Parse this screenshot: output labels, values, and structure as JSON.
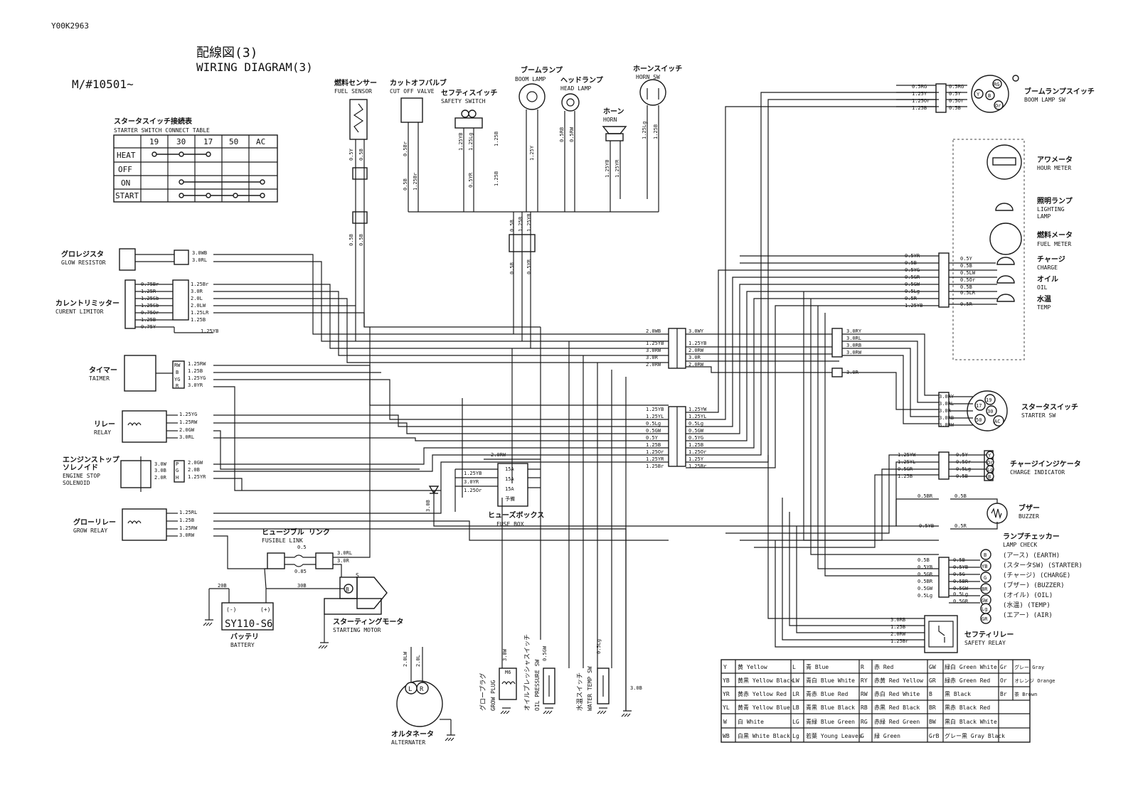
{
  "doc_code": "Y00K2963",
  "title": {
    "ja": "配線図(3)",
    "en": "WIRING DIAGRAM(3)"
  },
  "model": "M/#10501~",
  "starter_table": {
    "title_ja": "スタータスイッチ接続表",
    "title_en": "STARTER SWITCH CONNECT TABLE",
    "cols": [
      "19",
      "30",
      "17",
      "50",
      "AC"
    ],
    "rows": [
      "HEAT",
      "OFF",
      "ON",
      "START"
    ]
  },
  "components": {
    "glow_resistor": {
      "ja": "グロレジスタ",
      "en": "GLOW RESISTOR"
    },
    "current_limiter": {
      "ja": "カレントリミッター",
      "en": "CURENT LIMITOR"
    },
    "timer": {
      "ja": "タイマー",
      "en": "TAIMER"
    },
    "relay": {
      "ja": "リレー",
      "en": "RELAY"
    },
    "stop_solenoid": {
      "ja1": "エンジンストップ",
      "ja2": "ソレノイド",
      "en1": "ENGINE STOP",
      "en2": "SOLENOID"
    },
    "glow_relay": {
      "ja": "グローリレー",
      "en": "GROW RELAY"
    },
    "fusible_link": {
      "ja": "ヒュージブル リンク",
      "en": "FUSIBLE LINK",
      "w1": "0.5",
      "w2": "0.85"
    },
    "battery": {
      "ja": "バッテリ",
      "en": "BATTERY",
      "model": "SY110-S6",
      "neg": "(-)",
      "pos": "(+)"
    },
    "starting_motor": {
      "ja": "スターティングモータ",
      "en": "STARTING MOTOR",
      "b": "B",
      "s": "S"
    },
    "alternator": {
      "ja": "オルタネータ",
      "en": "ALTERNATER",
      "l": "L",
      "r": "R"
    },
    "glow_plug": {
      "ja": "グロープラグ",
      "en": "GROW PLUG",
      "m6": "M6"
    },
    "oil_sw": {
      "ja": "オイルプレッシャスイッチ",
      "en": "OIL PRESSURE SW"
    },
    "water_sw": {
      "ja": "水温スイッチ",
      "en": "WATER TEMP SW"
    },
    "fuel_sensor": {
      "ja": "燃料センサー",
      "en": "FUEL SENSOR"
    },
    "cutoff_valve": {
      "ja": "カットオフバルブ",
      "en": "CUT OFF VALVE"
    },
    "safety_switch": {
      "ja": "セフティスイッチ",
      "en": "SAFETY SWITCH"
    },
    "boom_lamp": {
      "ja": "ブームランプ",
      "en": "BOOM LAMP"
    },
    "head_lamp": {
      "ja": "ヘッドランプ",
      "en": "HEAD LAMP"
    },
    "horn": {
      "ja": "ホーン",
      "en": "HORN"
    },
    "horn_sw": {
      "ja": "ホーンスイッチ",
      "en": "HORN SW"
    },
    "boom_lamp_sw": {
      "ja": "ブームランプスイッチ",
      "en": "BOOM LAMP SW"
    },
    "hour_meter": {
      "ja": "アワメータ",
      "en": "HOUR METER"
    },
    "lighting_lamp": {
      "ja": "照明ランプ",
      "en1": "LIGHTING",
      "en2": "LAMP"
    },
    "fuel_meter": {
      "ja": "燃料メータ",
      "en": "FUEL METER"
    },
    "charge": {
      "ja": "チャージ",
      "en": "CHARGE"
    },
    "oil": {
      "ja": "オイル",
      "en": "OIL"
    },
    "temp": {
      "ja": "水温",
      "en": "TEMP"
    },
    "starter_sw": {
      "ja": "スタータスイッチ",
      "en": "STARTER SW"
    },
    "charge_indicator": {
      "ja": "チャージインジケータ",
      "en": "CHARGE INDICATOR"
    },
    "buzzer": {
      "ja": "ブザー",
      "en": "BUZZER"
    },
    "lamp_check": {
      "ja": "ランプチェッカー",
      "en": "LAMP CHECK",
      "items": [
        "(アース) (EARTH)",
        "(スタータSW) (STARTER)",
        "(チャージ) (CHARGE)",
        "(ブザー) (BUZZER)",
        "(オイル) (OIL)",
        "(水温) (TEMP)",
        "(エアー) (AIR)"
      ]
    },
    "fuse_box": {
      "ja": "ヒューズボックス",
      "en": "FUSE BOX",
      "fuses": [
        "15A",
        "15A",
        "15A",
        "予備"
      ]
    },
    "safety_relay": {
      "ja": "セフティリレー",
      "en": "SAFETY RELAY"
    }
  },
  "wire_labels": {
    "glow": [
      "3.0WB",
      "3.0RL"
    ],
    "limiter_in": [
      "0.75Br",
      "1.25R",
      "1.25Sb",
      "1.25Sb",
      "0.75Or",
      "1.25B",
      "0.75Y"
    ],
    "limiter_out": [
      "1.25Br",
      "3.0R",
      "2.0L",
      "2.0LW",
      "1.25LR",
      "1.25B",
      "1.25YB"
    ],
    "timer": [
      "RW",
      "B",
      "YG",
      "R",
      "1.25RW",
      "1.25B",
      "1.25YG",
      "3.0YR"
    ],
    "relay": [
      "1.25YG",
      "1.25RW",
      "2.0GW",
      "3.0RL"
    ],
    "solenoid": [
      "3.0W",
      "3.0B",
      "2.0R",
      "P",
      "G",
      "H",
      "2.0GW",
      "2.0B",
      "1.25YR"
    ],
    "grow_relay": [
      "1.25RL",
      "1.25B",
      "1.25RW",
      "3.0RW"
    ],
    "fusible": [
      "3.0RL",
      "3.0R",
      "20B",
      "30B"
    ],
    "top_vert": [
      "0.5Y",
      "0.5B",
      "0.5Br",
      "0.5B",
      "1.25Br",
      "1.25B",
      "1.25Y",
      "0.5RB",
      "0.5RW",
      "1.25Lg",
      "1.25B",
      "1.25YB",
      "1.25YR",
      "0.5B",
      "1.25B",
      "1.25YB",
      "1.25Lg",
      "0.5YR"
    ],
    "center_a": [
      "2.0WB",
      "1.25YB",
      "3.0RW",
      "3.0R",
      "2.0RW"
    ],
    "center_b": [
      "3.0WY",
      "1.25YB",
      "2.0RW",
      "3.0R",
      "2.0RW"
    ],
    "center_c": [
      "1.25YB",
      "1.25YL",
      "0.5Lg",
      "0.5GW",
      "0.5Y",
      "1.25B",
      "1.25Or",
      "1.25YR",
      "1.25Br"
    ],
    "center_d": [
      "1.25YW",
      "1.25YL",
      "0.5Lg",
      "0.5GW",
      "0.5YG",
      "1.25B",
      "1.25Or",
      "1.25Y",
      "1.25Br"
    ],
    "fuse_in": [
      "2.0RW",
      "1.25YB",
      "3.0YR",
      "1.25Or"
    ],
    "meter_a": [
      "0.5YR",
      "0.5B",
      "0.5YG",
      "0.5GR",
      "0.5GW",
      "0.5Lg",
      "0.5R",
      "1.25YB"
    ],
    "meter_b": [
      "0.5Y",
      "0.5B",
      "0.5LW",
      "0.5Or",
      "0.5B",
      "0.5LR",
      "0.5R"
    ],
    "boom_sw_a": [
      "0.5RG",
      "1.25Y",
      "1.25Or",
      "1.25B"
    ],
    "boom_sw_b": [
      "0.5RG",
      "0.5Y",
      "0.5Or",
      "0.5B"
    ],
    "starter_mid": [
      "3.0RY",
      "3.0RL",
      "3.0RB",
      "3.0RW",
      "3.0R"
    ],
    "starter_sw": [
      "3.0RY",
      "3.0RL",
      "3.0R",
      "3.0RB",
      "3.0RW"
    ],
    "ci_a": [
      "1.25YW",
      "1.25YL",
      "0.5GR",
      "1.25B"
    ],
    "ci_b": [
      "0.5Y",
      "0.5Or",
      "0.5Lg",
      "0.5B"
    ],
    "buzzer": [
      "0.5BR",
      "0.5B",
      "0.5YB",
      "0.5R"
    ],
    "lamp_a": [
      "0.5B",
      "0.5YB",
      "0.5GR",
      "0.5BR",
      "0.5GW",
      "0.5Lg"
    ],
    "lamp_b": [
      "0.5B",
      "0.5YB",
      "0.5G",
      "0.5BR",
      "0.5GW",
      "0.5Lg",
      "0.5GR"
    ],
    "sr": [
      "3.0RB",
      "1.25B",
      "2.0RW",
      "1.25Br"
    ],
    "bottom": [
      "2.0LW",
      "2.0L",
      "3.0B",
      "3.0W",
      "0.5GW",
      "0.5Lg",
      "3.0B"
    ],
    "vert_mid": [
      "0.5B",
      "0.5B",
      "1.25B",
      "1.25YB",
      "0.5YR",
      "0.5B"
    ]
  },
  "sw_terms": [
    "19",
    "30",
    "17",
    "50",
    "AC"
  ],
  "boom_sw_terms": [
    "Y",
    "RG",
    "B",
    "Or"
  ],
  "ci_terms": [
    "Y",
    "Or",
    "Lg",
    "B"
  ],
  "lamp_terms": [
    "B",
    "YB",
    "G",
    "BR",
    "GW",
    "Lg",
    "GR"
  ],
  "legend": [
    [
      "Y",
      "黄 Yellow",
      "L",
      "青 Blue",
      "R",
      "赤 Red",
      "GW",
      "緑白 Green White",
      "Gr",
      "グレー Gray"
    ],
    [
      "YB",
      "黄黒 Yellow Black",
      "LW",
      "青白 Blue White",
      "RY",
      "赤黄 Red Yellow",
      "GR",
      "緑赤 Green Red",
      "Or",
      "オレンジ Orange"
    ],
    [
      "YR",
      "黄赤 Yellow Red",
      "LR",
      "青赤 Blue Red",
      "RW",
      "赤白 Red White",
      "B",
      "黒 Black",
      "Br",
      "茶 Brown"
    ],
    [
      "YL",
      "黄青 Yellow Blue",
      "LB",
      "青黒 Blue Black",
      "RB",
      "赤黒 Red Black",
      "BR",
      "黒赤 Black Red",
      "",
      ""
    ],
    [
      "W",
      "白 White",
      "LG",
      "青緑 Blue Green",
      "RG",
      "赤緑 Red Green",
      "BW",
      "黒白 Black White",
      "",
      ""
    ],
    [
      "WB",
      "白黒 White Black",
      "Lg",
      "若葉 Young Leaves",
      "G",
      "緑 Green",
      "GrB",
      "グレー黒 Gray Black",
      "",
      ""
    ]
  ]
}
